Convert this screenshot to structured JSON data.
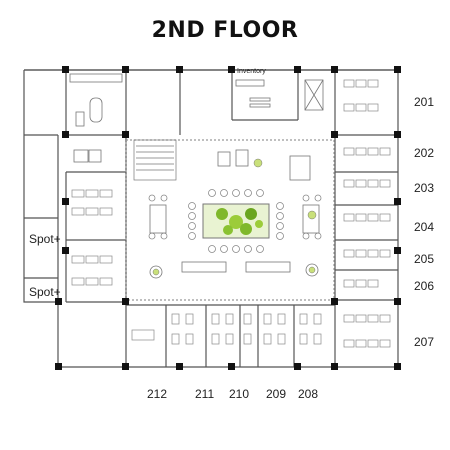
{
  "title": "2ND FLOOR",
  "rooms_right": [
    "201",
    "202",
    "203",
    "204",
    "205",
    "206",
    "207"
  ],
  "rooms_bottom": [
    "212",
    "211",
    "210",
    "209",
    "208"
  ],
  "spots": [
    "Spot+",
    "Spot+"
  ],
  "inventory": "Inventory",
  "colors": {
    "wall": "#555555",
    "column": "#111111",
    "green": "#9ccc3a",
    "furniture": "#8a8a8a"
  }
}
